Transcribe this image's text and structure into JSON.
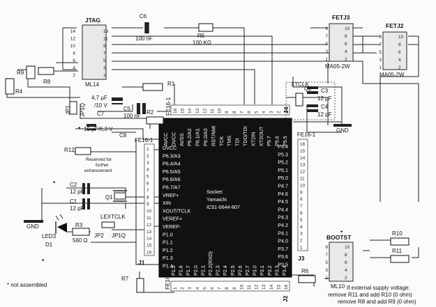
{
  "connectors": {
    "jtag": {
      "name": "JTAG",
      "part": "ML14",
      "left_pins": [
        "14",
        "12",
        "10",
        "8",
        "6",
        "4",
        "2"
      ],
      "right_pins": [
        "13",
        "11",
        "9",
        "7",
        "5",
        "3",
        "1"
      ]
    },
    "fetj3": {
      "name": "FETJ3",
      "part": "MA05-2W",
      "left_pins": [
        "9",
        "7",
        "5",
        "3",
        "1"
      ],
      "right_pins": [
        "10",
        "8",
        "6",
        "4",
        "2"
      ]
    },
    "fetj2": {
      "name": "FETJ2",
      "part": "MA05-2W",
      "left_pins": [
        "9",
        "7",
        "5",
        "3",
        "1"
      ],
      "right_pins": [
        "10",
        "8",
        "6",
        "4",
        "2"
      ]
    },
    "bootst": {
      "name": "BOOTST",
      "part": "ML10",
      "left_pins": [
        "9",
        "7",
        "5",
        "3",
        "1"
      ],
      "right_pins": [
        "10",
        "8",
        "6",
        "4",
        "2"
      ]
    },
    "j1": {
      "name": "J1",
      "header": "FE16-1"
    },
    "j2": {
      "name": "J2",
      "header": "FE16-1"
    },
    "j3": {
      "name": "J3",
      "header": "FE16-1"
    },
    "j4": {
      "name": "J4",
      "header": "FE16-1"
    }
  },
  "header_pins": [
    "1",
    "2",
    "3",
    "4",
    "5",
    "6",
    "7",
    "8",
    "9",
    "10",
    "11",
    "12",
    "13",
    "14",
    "15",
    "16"
  ],
  "j3_pins": [
    "16",
    "15",
    "14",
    "13",
    "12",
    "11",
    "10",
    "9",
    "8",
    "7",
    "6",
    "5",
    "4",
    "3",
    "2",
    "1"
  ],
  "j4_pins": [
    "16",
    "15",
    "14",
    "13",
    "12",
    "11",
    "10",
    "9",
    "8",
    "7",
    "6",
    "5",
    "4",
    "3",
    "2",
    "1"
  ],
  "components": {
    "c6": {
      "ref": "C6",
      "value": "100 nF"
    },
    "r5": {
      "ref": "R5",
      "value": "100 KΩ"
    },
    "r9": {
      "ref": "R9"
    },
    "r8": {
      "ref": "R8"
    },
    "r4": {
      "ref": "R4"
    },
    "r1": {
      "ref": "R1"
    },
    "r2": {
      "ref": "R2"
    },
    "c7": {
      "ref": "C7",
      "value1": "4,7 µF",
      "value2": "/10 V"
    },
    "c5": {
      "ref": "C5",
      "value": "100 nF"
    },
    "c8": {
      "ref": "C8",
      "value": "10 µF/6,3 V"
    },
    "jp1": {
      "ref": "JP1",
      "type": "JP1Q"
    },
    "r12": {
      "ref": "R12",
      "note1": "Reserved for",
      "note2": "further",
      "note3": "enhancement"
    },
    "c2": {
      "ref": "C2",
      "value": "12 pF"
    },
    "c1": {
      "ref": "C1",
      "value": "12 pF"
    },
    "q1": {
      "ref": "Q1"
    },
    "r3": {
      "ref": "R3",
      "value": "560 Ω"
    },
    "led": {
      "ref": "LED3",
      "sub": "D1"
    },
    "jp2": {
      "ref": "JP2",
      "type": "JP1Q"
    },
    "lextclk": {
      "ref": "LEXTCLK"
    },
    "xtclk": {
      "ref": "XTCLK"
    },
    "q2": {
      "ref": "Q2"
    },
    "c3": {
      "ref": "C3",
      "value": "12 pF"
    },
    "c4": {
      "ref": "C4",
      "value": "12 pF"
    },
    "r6": {
      "ref": "R6"
    },
    "r7": {
      "ref": "R7"
    },
    "r10": {
      "ref": "R10"
    },
    "r11": {
      "ref": "R11"
    },
    "gnd_left": "GND",
    "gnd_right": "GND"
  },
  "mcu": {
    "left_pins": [
      "DVCC",
      "P6.3/A3",
      "P6.4/A4",
      "P6.5/A5",
      "P6.6/A6",
      "P6.7/A7",
      "VREF+",
      "XIN",
      "XOUT/TCLK",
      "VEREF+",
      "VEREF-",
      "P1.0",
      "P1.1",
      "P1.2",
      "P1.3",
      "P1.4"
    ],
    "top_pins": [
      "AVCC",
      "DVCC",
      "AVSS",
      "P6.2/A2",
      "P6.1/A1",
      "P6.0/A0",
      "RST/NMI",
      "TCK",
      "TMS",
      "TDI",
      "TDO/TDI",
      "XT2IN",
      "XT2OUT",
      "P5.7",
      "P5.6",
      "P5.5"
    ],
    "right_pins": [
      "P5.4",
      "P5.3",
      "P5.2",
      "P5.1",
      "P5.0",
      "P4.7",
      "P4.6",
      "P4.5",
      "P4.4",
      "P4.3",
      "P4.2",
      "P4.1",
      "P4.0",
      "P3.7",
      "P3.6",
      "P3.5"
    ],
    "bottom_pins": [
      "P1.5",
      "P1.6",
      "P1.7",
      "P2.0",
      "P2.1",
      "P2.2(RXD)",
      "P2.3",
      "P2.4",
      "P2.5",
      "P2.6",
      "P2.7",
      "P3.0",
      "P3.1",
      "P3.2",
      "P3.3",
      "P3.4"
    ],
    "socket1": "Socket:",
    "socket2": "Yamaichi",
    "socket3": "IC51-0644-807"
  },
  "notes": {
    "star": "*",
    "not_assembled": "* not assembled",
    "ext1": "If external supply voltage:",
    "ext2": "remove R11 and add R10 (0 ohm)",
    "ext3": "remove R8 and add R9 (0 ohm)"
  }
}
